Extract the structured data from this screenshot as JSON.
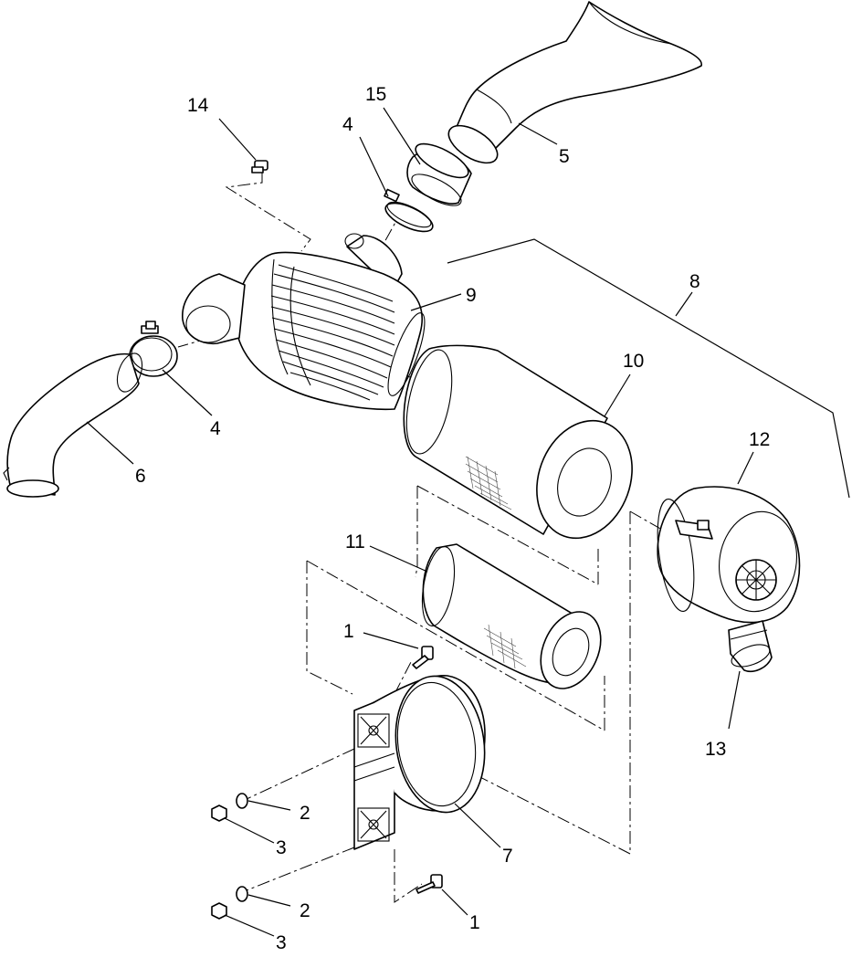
{
  "diagram": {
    "callouts": [
      {
        "id": "c14",
        "text": "14"
      },
      {
        "id": "c15",
        "text": "15"
      },
      {
        "id": "c4a",
        "text": "4"
      },
      {
        "id": "c5",
        "text": "5"
      },
      {
        "id": "c9",
        "text": "9"
      },
      {
        "id": "c8",
        "text": "8"
      },
      {
        "id": "c4b",
        "text": "4"
      },
      {
        "id": "c6",
        "text": "6"
      },
      {
        "id": "c10",
        "text": "10"
      },
      {
        "id": "c12",
        "text": "12"
      },
      {
        "id": "c11",
        "text": "11"
      },
      {
        "id": "c1a",
        "text": "1"
      },
      {
        "id": "c13",
        "text": "13"
      },
      {
        "id": "c2a",
        "text": "2"
      },
      {
        "id": "c3a",
        "text": "3"
      },
      {
        "id": "c7",
        "text": "7"
      },
      {
        "id": "c2b",
        "text": "2"
      },
      {
        "id": "c1b",
        "text": "1"
      },
      {
        "id": "c3b",
        "text": "3"
      }
    ]
  }
}
